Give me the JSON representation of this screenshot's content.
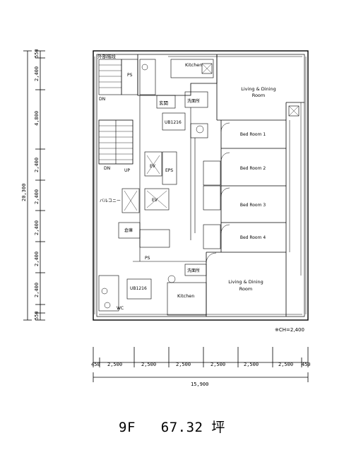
{
  "rooms": {
    "gaibu_kaidan": "外部階段",
    "ps_top": "PS",
    "kitchen_top": "Kitchen",
    "living_top_1": "Living & Dining",
    "living_top_2": "Room",
    "dn_top": "DN",
    "genkan": "玄関",
    "senmenjo_top": "洗面所",
    "ub_top": "UB1216",
    "bed1": "Bed Room 1",
    "bed2": "Bed Room 2",
    "bed3": "Bed Room 3",
    "bed4": "Bed Room 4",
    "dn_stair": "DN",
    "up_stair": "UP",
    "ev1": "EV",
    "eps": "EPS",
    "ev2": "EV",
    "balcony": "バルコニー",
    "souko": "倉庫",
    "ps_bottom": "PS",
    "senmenjo_bottom": "洗面所",
    "ub_bottom": "UB1216",
    "kitchen_bottom": "Kitchen",
    "living_bottom_1": "Living & Dining",
    "living_bottom_2": "Room",
    "wc": "WC"
  },
  "ceiling_note": "※CH=2,400",
  "vertical_dims": [
    "550",
    "2,400",
    "4,800",
    "2,400",
    "2,400",
    "2,400",
    "2,400",
    "2,400",
    "550"
  ],
  "vertical_total": "20,300",
  "horizontal_dims": [
    "450",
    "2,500",
    "2,500",
    "2,500",
    "2,500",
    "2,500",
    "2,500",
    "450"
  ],
  "horizontal_total": "15,900",
  "caption": {
    "floor": "9F",
    "area": "67.32",
    "unit": "坪"
  }
}
